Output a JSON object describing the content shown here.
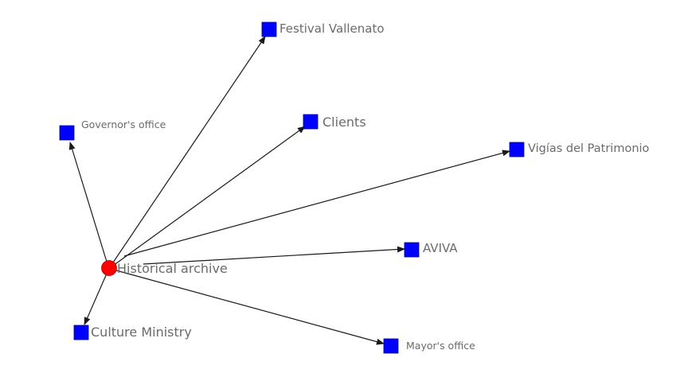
{
  "colors": {
    "center_node": "#ff0000",
    "target_node": "#0000ff",
    "edge": "#1a1a1a",
    "label": "#6b6b6b"
  },
  "center": {
    "label": "Historical archive",
    "shape": "circle"
  },
  "nodes": [
    {
      "id": "festival",
      "label": "Festival Vallenato",
      "shape": "square"
    },
    {
      "id": "governor",
      "label": "Governor's office",
      "shape": "square"
    },
    {
      "id": "clients",
      "label": "Clients",
      "shape": "square"
    },
    {
      "id": "vigias",
      "label": "Vigías del Patrimonio",
      "shape": "square"
    },
    {
      "id": "aviva",
      "label": "AVIVA",
      "shape": "square"
    },
    {
      "id": "culture",
      "label": "Culture Ministry",
      "shape": "square"
    },
    {
      "id": "mayor",
      "label": "Mayor's office",
      "shape": "square"
    }
  ],
  "edges": [
    {
      "from": "center",
      "to": "festival",
      "directed": true
    },
    {
      "from": "center",
      "to": "governor",
      "directed": true
    },
    {
      "from": "center",
      "to": "clients",
      "directed": true
    },
    {
      "from": "center",
      "to": "vigias",
      "directed": true
    },
    {
      "from": "center",
      "to": "aviva",
      "directed": true
    },
    {
      "from": "center",
      "to": "culture",
      "directed": true
    },
    {
      "from": "center",
      "to": "mayor",
      "directed": true
    }
  ]
}
